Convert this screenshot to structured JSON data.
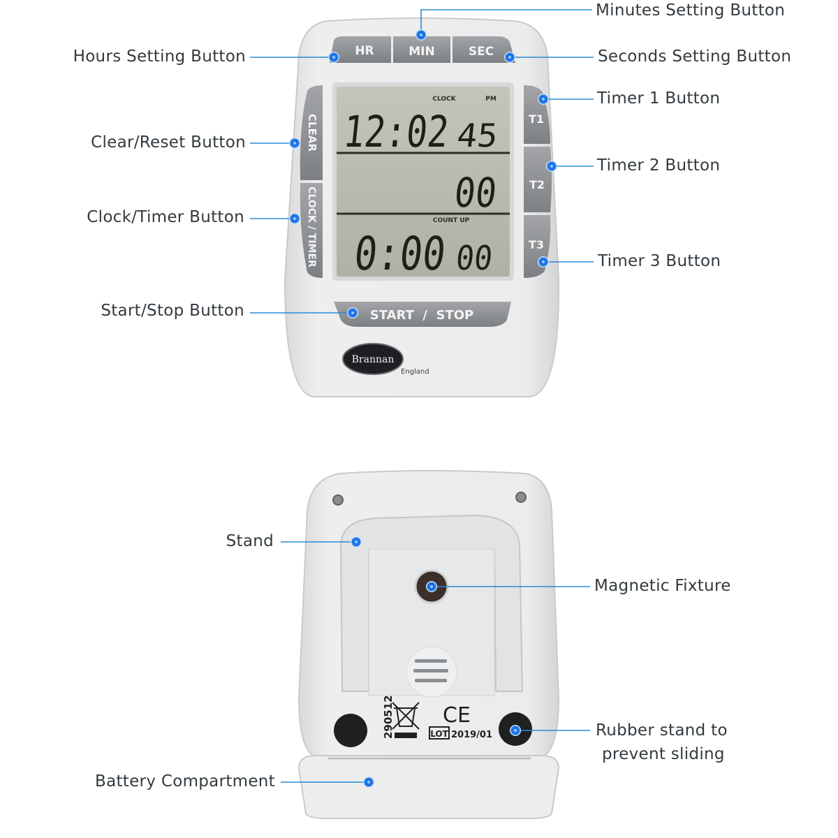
{
  "callouts": {
    "minutes": "Minutes Setting Button",
    "hours": "Hours Setting Button",
    "seconds": "Seconds Setting Button",
    "timer1": "Timer 1 Button",
    "clear_reset": "Clear/Reset Button",
    "timer2": "Timer 2 Button",
    "clock_timer": "Clock/Timer Button",
    "timer3": "Timer 3 Button",
    "start_stop": "Start/Stop Button",
    "stand": "Stand",
    "magnetic": "Magnetic Fixture",
    "rubber_line1": "Rubber stand to",
    "rubber_line2": "prevent sliding",
    "battery": "Battery Compartment"
  },
  "front": {
    "btn_hr": "HR",
    "btn_min": "MIN",
    "btn_sec": "SEC",
    "btn_clear": "CLEAR",
    "btn_clock_timer": "CLOCK / TIMER",
    "btn_t1": "T1",
    "btn_t2": "T2",
    "btn_t3": "T3",
    "btn_start_stop": "START  /  STOP",
    "lcd_clock_label": "CLOCK",
    "lcd_pm_label": "PM",
    "lcd_row1": "12:02",
    "lcd_row1_sec": "45",
    "lcd_row2": "00",
    "lcd_countup_label": "COUNT UP",
    "lcd_row3": "0:00",
    "lcd_row3_small": "00",
    "brand": "Brannan",
    "brand_sub": "England"
  },
  "back": {
    "code": "290512",
    "ce": "CE",
    "lot_label": "LOT",
    "lot_value": "2019/01"
  },
  "colors": {
    "body": "#e9eaea",
    "body_edge": "#cfd1d2",
    "button": "#8d8f92",
    "lcd": "#b4b8ac",
    "segment": "#1c1f1a",
    "line": "#2a8ad4",
    "dot": "#1a73e8"
  }
}
